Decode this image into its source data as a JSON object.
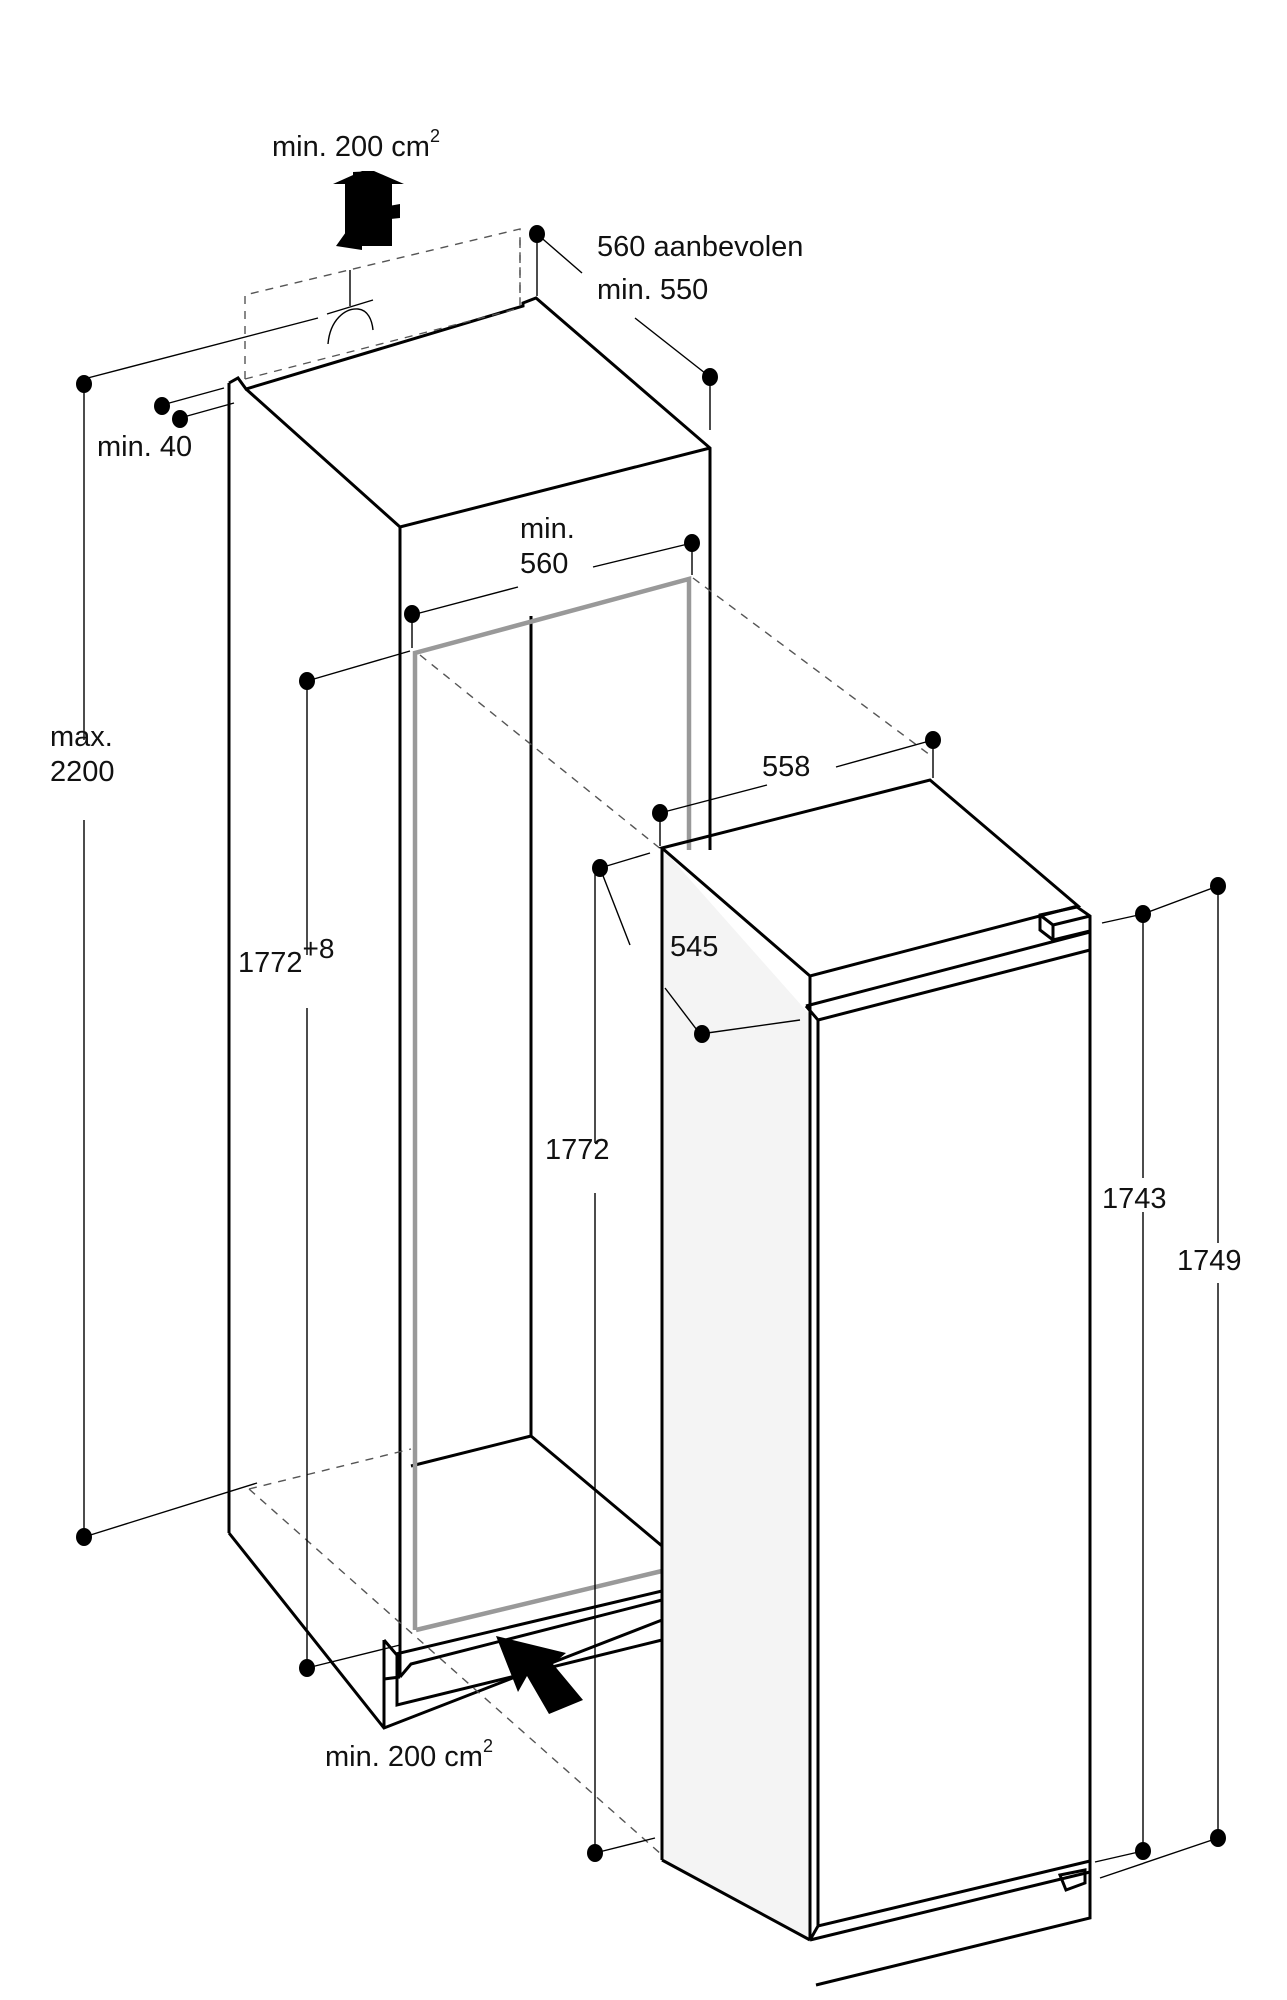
{
  "diagram": {
    "title": "Built-in refrigerator niche installation dimensions",
    "units": "mm",
    "colors": {
      "line": "#000000",
      "frame": "#999999",
      "side_panel": "#f4f4f4",
      "dash": "#555555"
    }
  },
  "labels": {
    "vent_top": {
      "text": "min. 200 cm",
      "sup": "2"
    },
    "depth_recommended": "560 aanbevolen",
    "depth_min": "min. 550",
    "top_gap": "min. 40",
    "niche_height_max_line1": "max.",
    "niche_height_max_line2": "2200",
    "niche_width_line1": "min.",
    "niche_width_line2": "560",
    "niche_height": {
      "text": "1772",
      "sup": "+8"
    },
    "appliance_width": "558",
    "appliance_depth": "545",
    "appliance_height": "1772",
    "door_height_1743": "1743",
    "door_height_1749": "1749",
    "vent_bottom": {
      "text": "min. 200 cm",
      "sup": "2"
    }
  },
  "icons": {
    "vent_top_arrow": "arrow-up-icon",
    "vent_bottom_arrow": "arrow-diagonal-icon",
    "outlet_symbol": "electrical-outlet-icon"
  }
}
